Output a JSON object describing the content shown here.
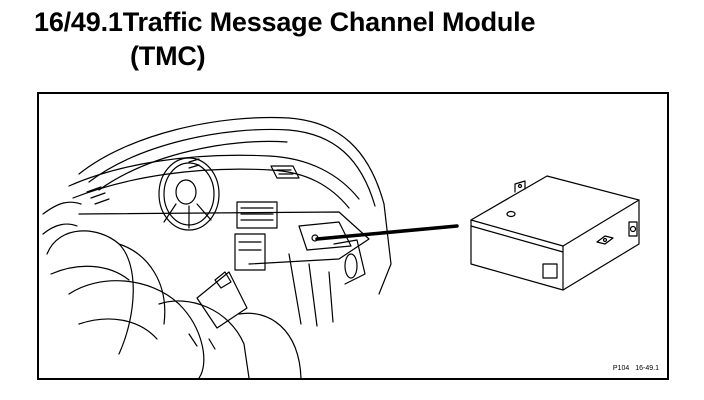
{
  "heading": {
    "number": "16/49.1",
    "title_line1": "Traffic Message Channel Module",
    "title_line2": "(TMC)"
  },
  "figure": {
    "ref_code": "P104",
    "ref_number": "16-49.1"
  }
}
